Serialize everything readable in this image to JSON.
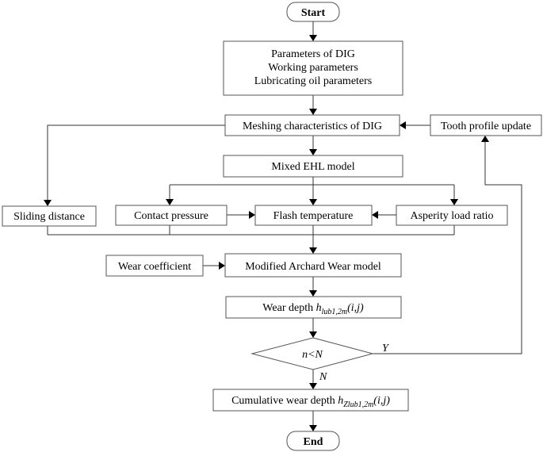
{
  "nodes": {
    "start": "Start",
    "params": [
      "Parameters of DIG",
      "Working parameters",
      "Lubricating oil parameters"
    ],
    "meshing": "Meshing characteristics of DIG",
    "tooth_update": "Tooth profile update",
    "ehl": "Mixed EHL model",
    "sliding": "Sliding distance",
    "contact": "Contact pressure",
    "flash": "Flash temperature",
    "asperity": "Asperity load ratio",
    "wear_coeff": "Wear coefficient",
    "archard": "Modified Archard Wear model",
    "wear_depth": {
      "text": "Wear depth ",
      "var": "h",
      "sub": "lub1,2m",
      "args": "(i,j)"
    },
    "decision": {
      "a": "n",
      "op": "<",
      "b": "N"
    },
    "cumulative": {
      "text": "Cumulative wear depth ",
      "var": "h",
      "sub": "Zlub1,2m",
      "args": "(i,j)"
    },
    "end": "End"
  },
  "edge_labels": {
    "yes": "Y",
    "no": "N"
  }
}
